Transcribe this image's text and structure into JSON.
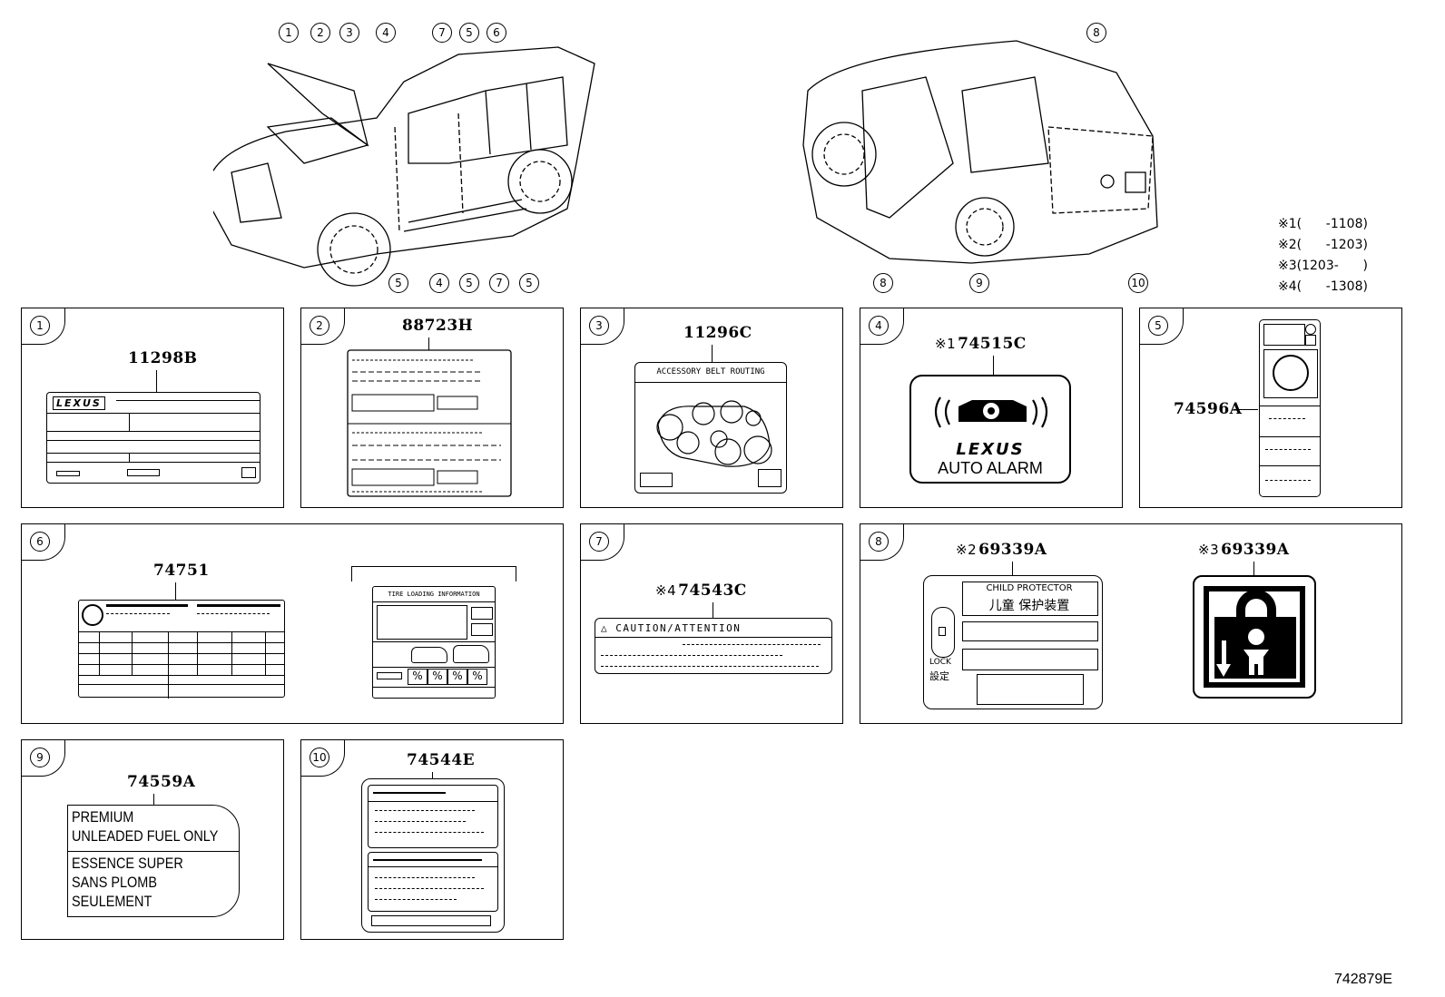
{
  "footnotes": [
    {
      "mark": "※1",
      "range": "(      -1108)"
    },
    {
      "mark": "※2",
      "range": "(      -1203)"
    },
    {
      "mark": "※3",
      "range": "(1203-      )"
    },
    {
      "mark": "※4",
      "range": "(      -1308)"
    }
  ],
  "front_view_callouts_top": [
    "1",
    "2",
    "3",
    "4",
    "7",
    "5",
    "6"
  ],
  "front_view_callouts_bottom": [
    "5",
    "4",
    "5",
    "7",
    "5"
  ],
  "rear_view_callouts": [
    "8",
    "8",
    "9",
    "10"
  ],
  "panels": [
    {
      "num": "1",
      "part": "11298B",
      "mark": ""
    },
    {
      "num": "2",
      "part": "88723H",
      "mark": ""
    },
    {
      "num": "3",
      "part": "11296C",
      "mark": ""
    },
    {
      "num": "4",
      "part": "74515C",
      "mark": "※1"
    },
    {
      "num": "5",
      "part": "74596A",
      "mark": ""
    },
    {
      "num": "6",
      "part": "74751",
      "mark": ""
    },
    {
      "num": "7",
      "part": "74543C",
      "mark": "※4"
    },
    {
      "num": "8",
      "part": "69339A",
      "mark": "※2",
      "part_b": "69339A",
      "mark_b": "※3"
    },
    {
      "num": "9",
      "part": "74559A",
      "mark": ""
    },
    {
      "num": "10",
      "part": "74544E",
      "mark": ""
    }
  ],
  "label_text": {
    "lexus_logo": "LEXUS",
    "belt_title": "ACCESSORY BELT ROUTING",
    "alarm_brand": "LEXUS",
    "alarm_text": "AUTO ALARM",
    "tire_title": "TIRE LOADING INFORMATION",
    "caution": "△ CAUTION/ATTENTION",
    "child_title": "CHILD PROTECTOR",
    "child_cn": "儿童 保护装置",
    "lock_en": "LOCK",
    "lock_jp": "設定",
    "fuel_lines": [
      "PREMIUM",
      "UNLEADED FUEL ONLY",
      "ESSENCE SUPER",
      "SANS PLOMB",
      "SEULEMENT"
    ],
    "pct": "%"
  },
  "drawing_id": "742879E"
}
